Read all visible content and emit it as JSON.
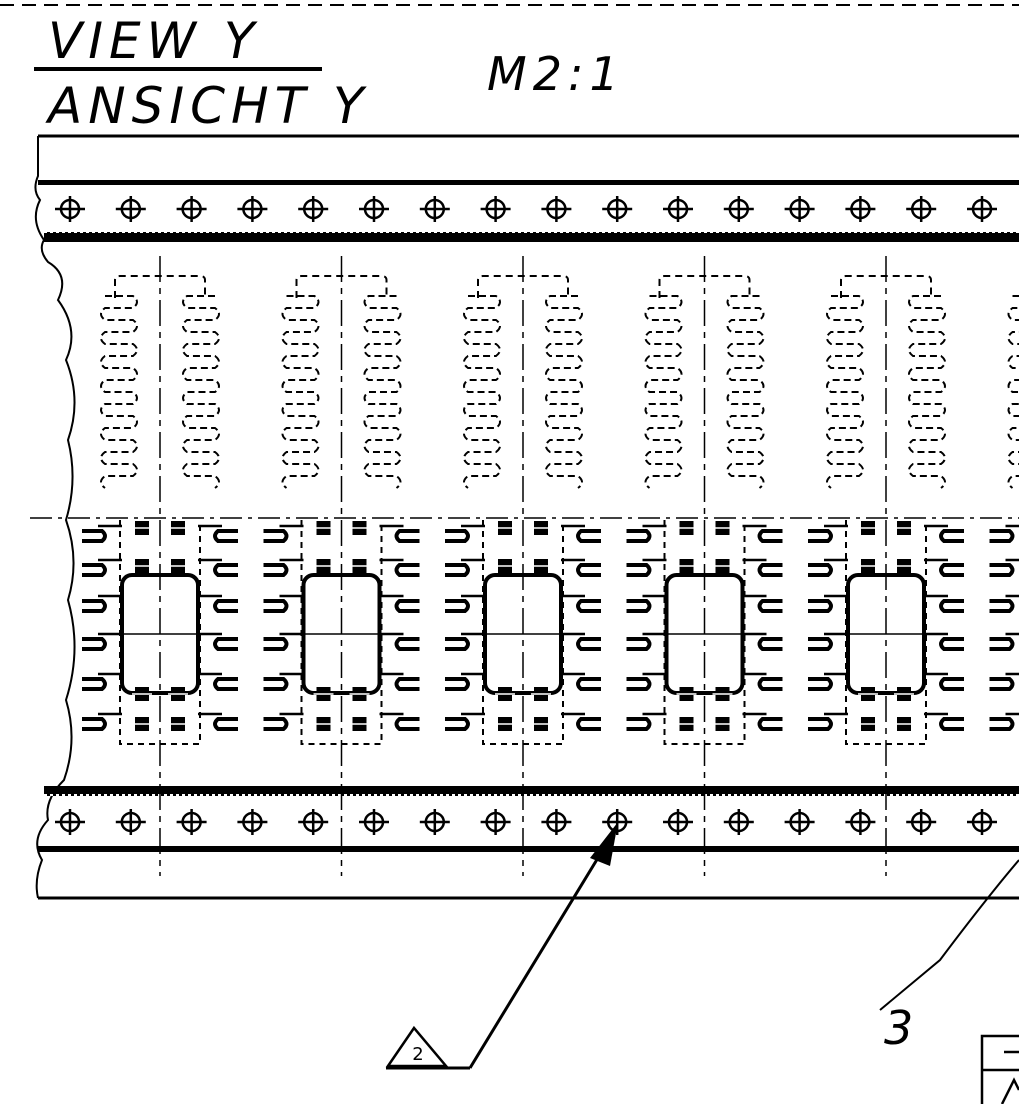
{
  "title": {
    "view_en": "VIEW Y",
    "view_de": "ANSICHT Y",
    "scale": "M2:1"
  },
  "callouts": {
    "revision_marker": "2",
    "item_number": "3"
  },
  "colors": {
    "ink": "#000000",
    "paper": "#ffffff"
  }
}
